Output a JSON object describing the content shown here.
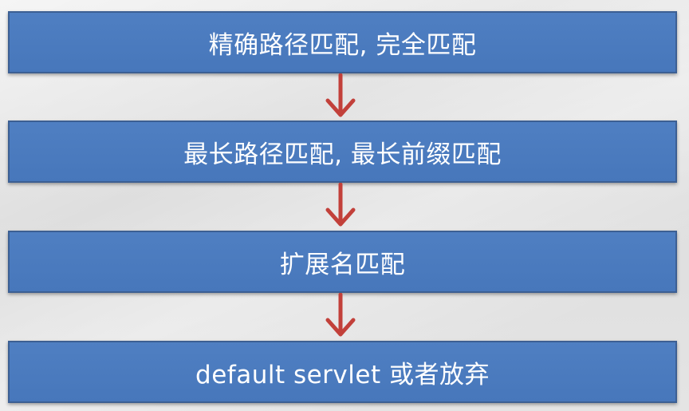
{
  "flow": {
    "steps": [
      {
        "label": "精确路径匹配, 完全匹配"
      },
      {
        "label": "最长路径匹配, 最长前缀匹配"
      },
      {
        "label": "扩展名匹配"
      },
      {
        "label": "default servlet 或者放弃"
      }
    ],
    "arrow_color": "#c0392b",
    "box_color": "#4a7bbf"
  }
}
